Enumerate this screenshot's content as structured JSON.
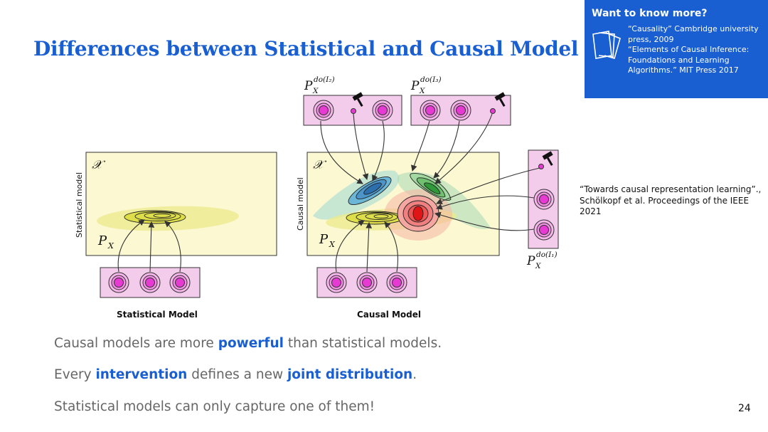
{
  "title": "Differences between Statistical and Causal Model",
  "info_box": {
    "heading": "Want to know more?",
    "refs": [
      "“Causality” Cambridge university press, 2009",
      "“Elements of Causal Inference: Foundations and Learning Algorithms.” MIT Press 2017"
    ],
    "icon": "documents-icon",
    "background": "#1a5fd1"
  },
  "reference_note": "“Towards causal representation learning”., Schölkopf et al. Proceedings of the IEEE 2021",
  "figure": {
    "statistical": {
      "side_label": "Statistical model",
      "space_symbol": "𝒳",
      "dist_label": "P",
      "dist_sub": "X",
      "caption": "Statistical Model"
    },
    "causal": {
      "side_label": "Causal model",
      "space_symbol": "𝒳",
      "dist_label": "P",
      "dist_sub": "X",
      "caption": "Causal Model",
      "interventions": [
        {
          "label": "P",
          "sub": "X",
          "sup": "do(I₂)"
        },
        {
          "label": "P",
          "sub": "X",
          "sup": "do(I₃)"
        },
        {
          "label": "P",
          "sub": "X",
          "sup": "do(I₁)"
        }
      ]
    },
    "colors": {
      "panel_fill": "#fbf8d2",
      "node_box": "#f3cbeb",
      "node": "#e63ad2",
      "accent": "#1a5fd1"
    }
  },
  "bullets": [
    {
      "pre": "Causal models are more ",
      "hl": "powerful",
      "post": " than statistical models."
    },
    {
      "pre": "Every ",
      "hl": "intervention",
      "mid": " defines a new ",
      "hl2": "joint distribution",
      "post": "."
    },
    {
      "pre": "Statistical models can only capture one of them!"
    }
  ],
  "page_number": "24"
}
